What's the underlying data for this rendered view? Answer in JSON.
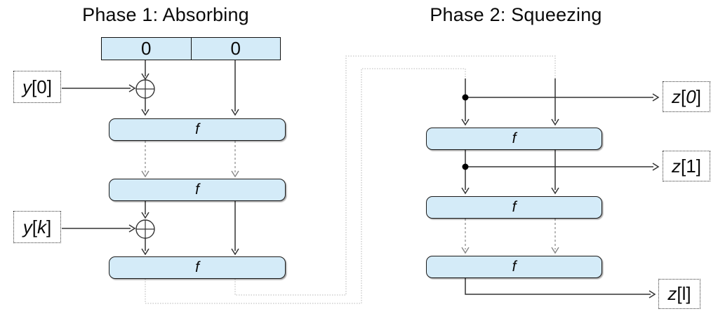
{
  "diagram": {
    "phase1": {
      "title": "Phase 1: Absorbing"
    },
    "phase2": {
      "title": "Phase 2: Squeezing"
    },
    "state": {
      "cells": [
        "0",
        "0"
      ]
    },
    "absorbing": {
      "rounds": [
        {
          "label": "f"
        },
        {
          "label": "f"
        },
        {
          "label": "f"
        }
      ]
    },
    "squeezing": {
      "rounds": [
        {
          "label": "f"
        },
        {
          "label": "f"
        },
        {
          "label": "f"
        }
      ]
    },
    "inputs": [
      {
        "letter": "y",
        "index": "0"
      },
      {
        "letter": "y",
        "index": "k"
      }
    ],
    "outputs": [
      {
        "letter": "z",
        "index": "0"
      },
      {
        "letter": "z",
        "index": "1"
      },
      {
        "letter": "z",
        "index": "l"
      }
    ],
    "brackets": {
      "open": "[",
      "close": "]"
    },
    "icons": {
      "xor": "circle-plus-xor-icon",
      "junction": "filled-dot-junction"
    },
    "colors": {
      "box_fill": "#d4ebf8",
      "box_border": "#1a1a1a",
      "wire": "#333333",
      "inter_round_dashed": "#999999",
      "feedback_dotted": "#c5c5c5",
      "background": "#ffffff"
    }
  }
}
